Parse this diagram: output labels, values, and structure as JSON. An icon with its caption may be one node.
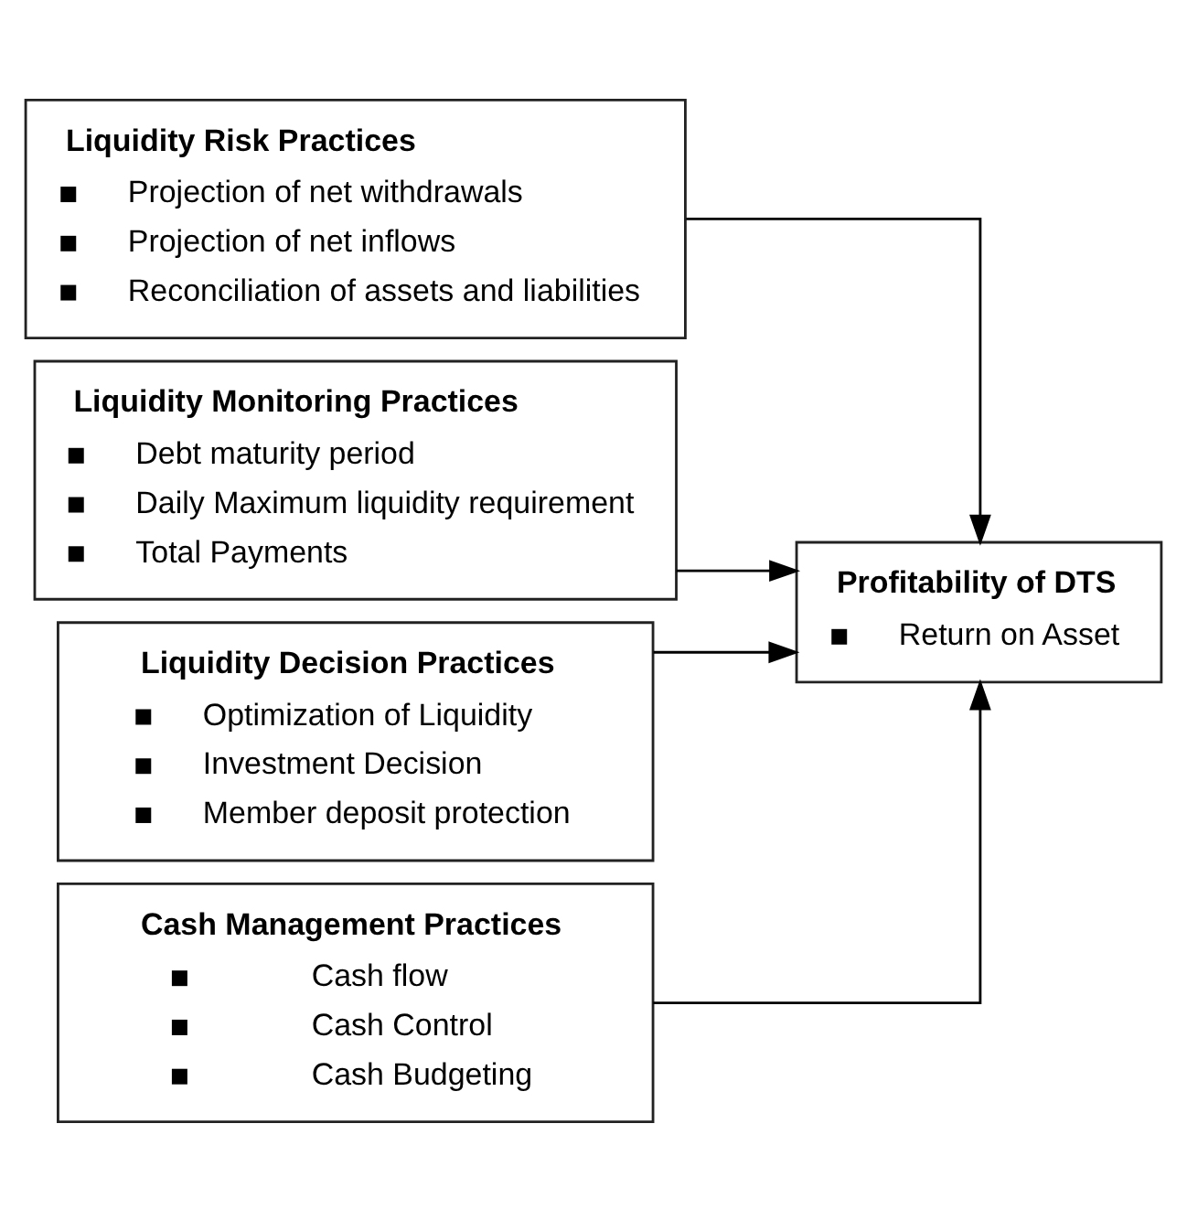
{
  "diagram": {
    "nodes": [
      {
        "text": [
          "Liquidity Risk Practices",
          "Projection of net withdrawals",
          "Projection of net inflows",
          "Reconciliation of assets and liabilities"
        ]
      },
      {
        "text": [
          "Liquidity Monitoring Practices",
          "Debt maturity period",
          "Daily Maximum liquidity requirement",
          "Total Payments"
        ]
      },
      {
        "text": [
          "Liquidity Decision Practices",
          "Optimization of Liquidity",
          "Investment Decision",
          "Member deposit protection"
        ]
      },
      {
        "text": [
          "Cash Management Practices",
          "Cash flow",
          "Cash Control",
          "Cash Budgeting"
        ]
      },
      {
        "text": [
          "Profitability of DTS",
          "Return on Asset"
        ]
      }
    ],
    "edges": [
      {
        "from": 0,
        "to": 4,
        "arrow": "to"
      },
      {
        "from": 1,
        "to": 4,
        "arrow": "to"
      },
      {
        "from": 2,
        "to": 4,
        "arrow": "to"
      },
      {
        "from": 3,
        "to": 4,
        "arrow": "to"
      }
    ]
  }
}
